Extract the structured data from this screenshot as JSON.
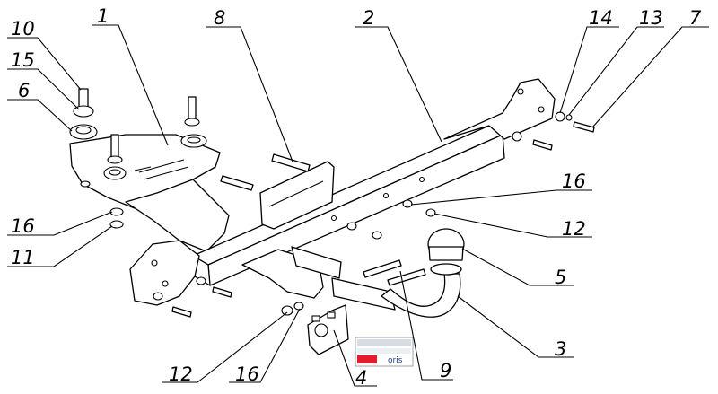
{
  "diagram": {
    "callouts": [
      {
        "id": "c10",
        "label": "10"
      },
      {
        "id": "c15",
        "label": "15"
      },
      {
        "id": "c6",
        "label": "6"
      },
      {
        "id": "c1",
        "label": "1"
      },
      {
        "id": "c8",
        "label": "8"
      },
      {
        "id": "c2",
        "label": "2"
      },
      {
        "id": "c14",
        "label": "14"
      },
      {
        "id": "c13",
        "label": "13"
      },
      {
        "id": "c7",
        "label": "7"
      },
      {
        "id": "c16a",
        "label": "16"
      },
      {
        "id": "c11",
        "label": "11"
      },
      {
        "id": "c16b",
        "label": "16"
      },
      {
        "id": "c12a",
        "label": "12"
      },
      {
        "id": "c5",
        "label": "5"
      },
      {
        "id": "c3",
        "label": "3"
      },
      {
        "id": "c9",
        "label": "9"
      },
      {
        "id": "c4",
        "label": "4"
      },
      {
        "id": "c16c",
        "label": "16"
      },
      {
        "id": "c12b",
        "label": "12"
      }
    ],
    "brand_logo": {
      "text": "oris",
      "accent_color": "#e21c2a",
      "secondary_color": "#1f3f8f"
    }
  }
}
